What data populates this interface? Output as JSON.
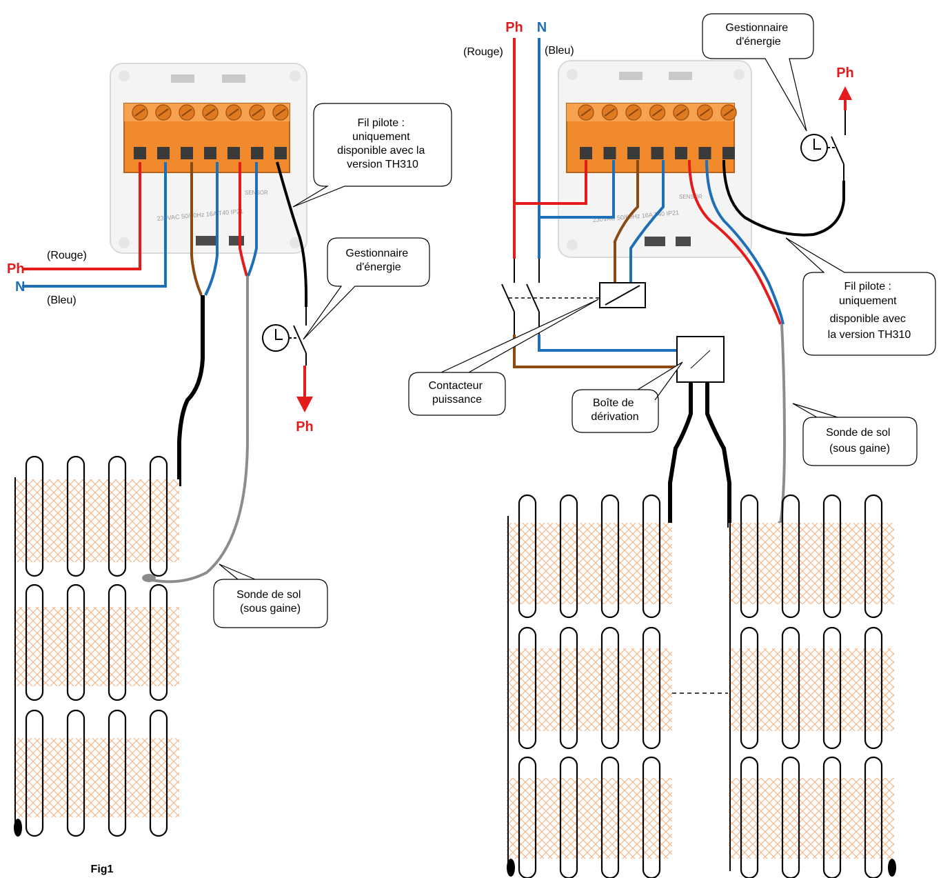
{
  "left": {
    "ph": "Ph",
    "rouge": "(Rouge)",
    "n": "N",
    "bleu": "(Bleu)",
    "fil_pilote": [
      "Fil pilote :",
      "uniquement",
      "disponible avec la",
      "version TH310"
    ],
    "gestionnaire": [
      "Gestionnaire",
      "d'énergie"
    ],
    "ph_out": "Ph",
    "sonde": [
      "Sonde de sol",
      "(sous gaine)"
    ],
    "fig": "Fig1"
  },
  "right": {
    "ph": "Ph",
    "n": "N",
    "rouge": "(Rouge)",
    "bleu": "(Bleu)",
    "gestionnaire": [
      "Gestionnaire",
      "d'énergie"
    ],
    "ph_out": "Ph",
    "fil_pilote": [
      "Fil pilote :",
      "uniquement",
      "disponible avec",
      "la version TH310"
    ],
    "contacteur": [
      "Contacteur",
      "puissance"
    ],
    "boite": [
      "Boîte de",
      "dérivation"
    ],
    "sonde": [
      "Sonde de sol",
      "(sous gaine)"
    ]
  },
  "thermostat": {
    "print": "230VAC 50/60Hz 16A T40 IP21",
    "sensor": "SENSOR"
  },
  "colors": {
    "phase_red": "#e31b1b",
    "neutral_blue": "#1f6fb8",
    "brown": "#8a4a12",
    "terminal_orange": "#f08a2c",
    "mesh": "#f3b98f",
    "probe_grey": "#8c8c8c"
  }
}
